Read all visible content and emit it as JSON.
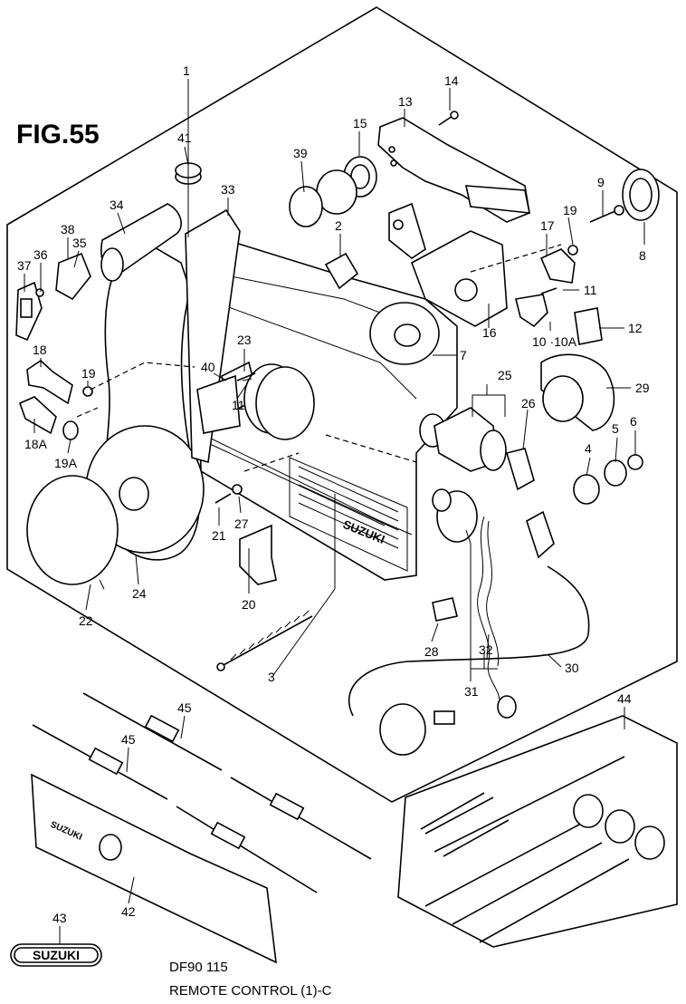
{
  "figure": {
    "title": "FIG.55"
  },
  "caption": {
    "model": "DF90 115",
    "section": "REMOTE CONTROL (1)-C"
  },
  "logo_text": "SUZUKI",
  "callouts": [
    {
      "id": "1",
      "label": "1"
    },
    {
      "id": "2",
      "label": "2"
    },
    {
      "id": "3",
      "label": "3"
    },
    {
      "id": "4",
      "label": "4"
    },
    {
      "id": "5",
      "label": "5"
    },
    {
      "id": "6",
      "label": "6"
    },
    {
      "id": "7",
      "label": "7"
    },
    {
      "id": "8",
      "label": "8"
    },
    {
      "id": "9",
      "label": "9"
    },
    {
      "id": "10-10A",
      "label": "10 ·10A"
    },
    {
      "id": "11a",
      "label": "11"
    },
    {
      "id": "11b",
      "label": "11"
    },
    {
      "id": "12",
      "label": "12"
    },
    {
      "id": "13",
      "label": "13"
    },
    {
      "id": "14",
      "label": "14"
    },
    {
      "id": "15",
      "label": "15"
    },
    {
      "id": "16",
      "label": "16"
    },
    {
      "id": "17",
      "label": "17"
    },
    {
      "id": "18",
      "label": "18"
    },
    {
      "id": "18A",
      "label": "18A"
    },
    {
      "id": "19a",
      "label": "19"
    },
    {
      "id": "19b",
      "label": "19"
    },
    {
      "id": "19A",
      "label": "19A"
    },
    {
      "id": "20",
      "label": "20"
    },
    {
      "id": "21",
      "label": "21"
    },
    {
      "id": "22",
      "label": "22"
    },
    {
      "id": "23",
      "label": "23"
    },
    {
      "id": "24",
      "label": "24"
    },
    {
      "id": "25",
      "label": "25"
    },
    {
      "id": "26",
      "label": "26"
    },
    {
      "id": "27",
      "label": "27"
    },
    {
      "id": "28",
      "label": "28"
    },
    {
      "id": "29",
      "label": "29"
    },
    {
      "id": "30",
      "label": "30"
    },
    {
      "id": "31",
      "label": "31"
    },
    {
      "id": "32",
      "label": "32"
    },
    {
      "id": "33",
      "label": "33"
    },
    {
      "id": "34",
      "label": "34"
    },
    {
      "id": "35",
      "label": "35"
    },
    {
      "id": "36",
      "label": "36"
    },
    {
      "id": "37",
      "label": "37"
    },
    {
      "id": "38",
      "label": "38"
    },
    {
      "id": "39",
      "label": "39"
    },
    {
      "id": "40",
      "label": "40"
    },
    {
      "id": "41",
      "label": "41"
    },
    {
      "id": "42",
      "label": "42"
    },
    {
      "id": "43",
      "label": "43"
    },
    {
      "id": "44",
      "label": "44"
    },
    {
      "id": "45a",
      "label": "45"
    },
    {
      "id": "45b",
      "label": "45"
    }
  ]
}
